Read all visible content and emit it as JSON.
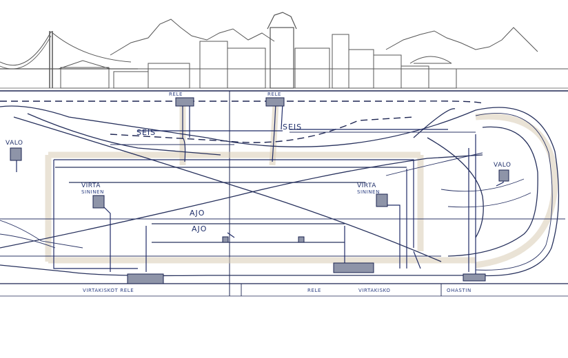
{
  "labels": {
    "seis_left": "SEIS",
    "seis_right": "SEIS",
    "valo_left": "VALO",
    "valo_right": "VALO",
    "virta_left_1": "VIRTA",
    "virta_left_2": "SININEN",
    "virta_right_1": "VIRTA",
    "virta_right_2": "SININEN",
    "ajo_upper": "AJO",
    "ajo_lower": "AJO",
    "rele_top_left": "RELE",
    "rele_top_right": "RELE",
    "bottom_left": "VIRTAKISKOT RELE",
    "bottom_mid_1": "RELE",
    "bottom_mid_2": "VIRTAKISKO",
    "bottom_right": "OHASTIN"
  },
  "colors": {
    "ink": "#1b2350",
    "pencil": "#555555",
    "paper": "#ffffff",
    "tan": "#d9ccb4"
  }
}
